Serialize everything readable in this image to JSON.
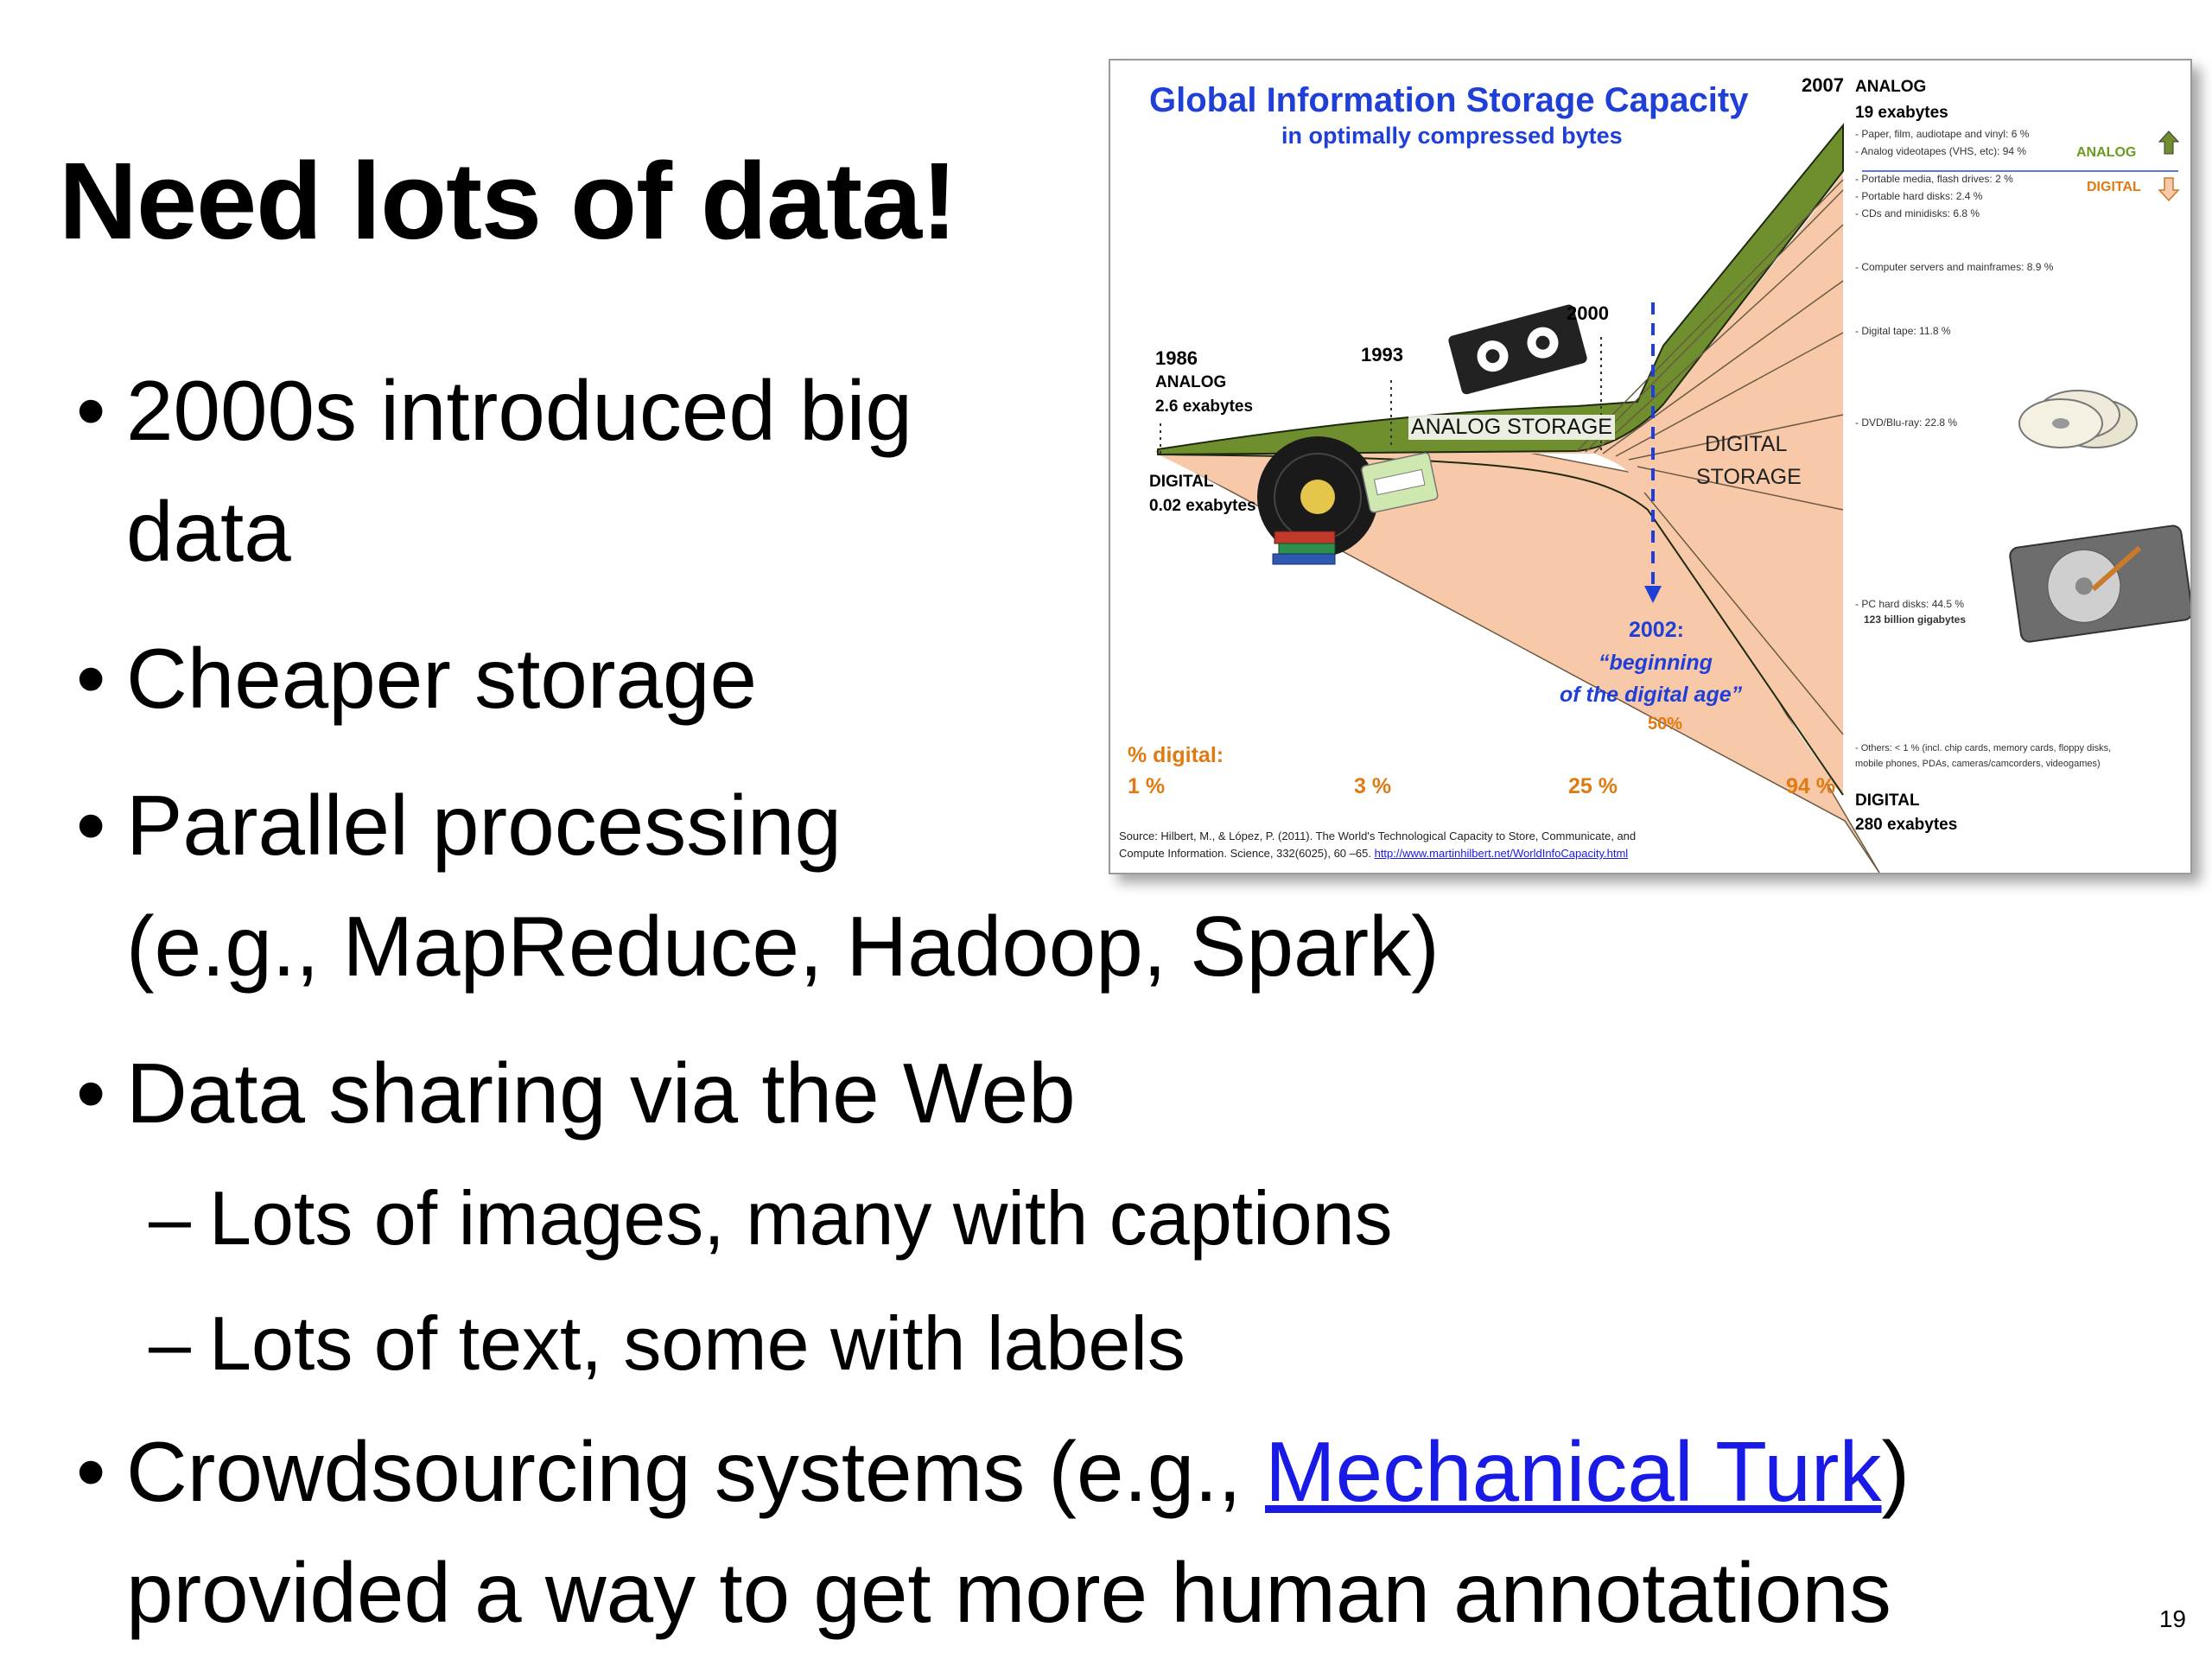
{
  "slide": {
    "title": "Need lots of data!",
    "bullet_char": "•",
    "dash_char": "–",
    "bullets": [
      {
        "line1": "2000s introduced big",
        "line2": "data"
      },
      {
        "line1": "Cheaper storage"
      },
      {
        "line1": "Parallel processing",
        "line2": "(e.g., MapReduce, Hadoop, Spark)"
      },
      {
        "line1": "Data sharing via the Web"
      },
      {
        "line1_pre": "Crowdsourcing systems (e.g., ",
        "link": "Mechanical Turk",
        "line1_post": ")",
        "line2": "provided a way to get more human annotations"
      }
    ],
    "subbullets": [
      "Lots of images, many with captions",
      "Lots of text, some with labels"
    ],
    "page_number": "19"
  },
  "infographic": {
    "title": "Global Information Storage Capacity",
    "subtitle": "in optimally compressed bytes",
    "year_1986": "1986",
    "analog_1986": "ANALOG",
    "analog_1986_value": "2.6 exabytes",
    "digital_1986": "DIGITAL",
    "digital_1986_value": "0.02 exabytes",
    "year_1993": "1993",
    "year_2000": "2000",
    "year_2007": "2007",
    "analog_2007": "ANALOG",
    "analog_2007_value": "19 exabytes",
    "analog_storage_label": "ANALOG STORAGE",
    "digital_storage_label_1": "DIGITAL",
    "digital_storage_label_2": "STORAGE",
    "milestone_year": "2002:",
    "milestone_line1": "“beginning",
    "milestone_line2": "of the digital age”",
    "milestone_pct": "50%",
    "pct_digital_label": "% digital:",
    "pct_values": [
      "1 %",
      "3 %",
      "25 %",
      "94 %"
    ],
    "digital_2007": "DIGITAL",
    "digital_2007_value": "280 exabytes",
    "legend_analog": "ANALOG",
    "legend_digital": "DIGITAL",
    "right_notes": [
      "- Paper, film, audiotape and vinyl: 6 %",
      "- Analog videotapes (VHS, etc): 94 %",
      "- Portable media, flash drives: 2 %",
      "- Portable hard disks: 2.4 %",
      "- CDs and minidisks: 6.8 %",
      "- Computer servers and mainframes: 8.9 %",
      "- Digital tape: 11.8 %",
      "- DVD/Blu-ray: 22.8 %",
      "- PC hard disks: 44.5 %",
      "123 billion gigabytes",
      "- Others: < 1 % (incl. chip cards, memory cards, floppy disks,",
      "mobile phones, PDAs, cameras/camcorders, videogames)"
    ],
    "source_line1": "Source: Hilbert, M., & López, P. (2011). The World's Technological Capacity to Store, Communicate, and",
    "source_line2_pre": "Compute Information. Science, 332(6025), 60 –65.",
    "source_url": "http://www.martinhilbert.net/WorldInfoCapacity.html",
    "colors": {
      "analog": "#6f8f2e",
      "digital": "#f7c9a8",
      "title": "#1f3fd6",
      "pct": "#e07a12"
    }
  }
}
